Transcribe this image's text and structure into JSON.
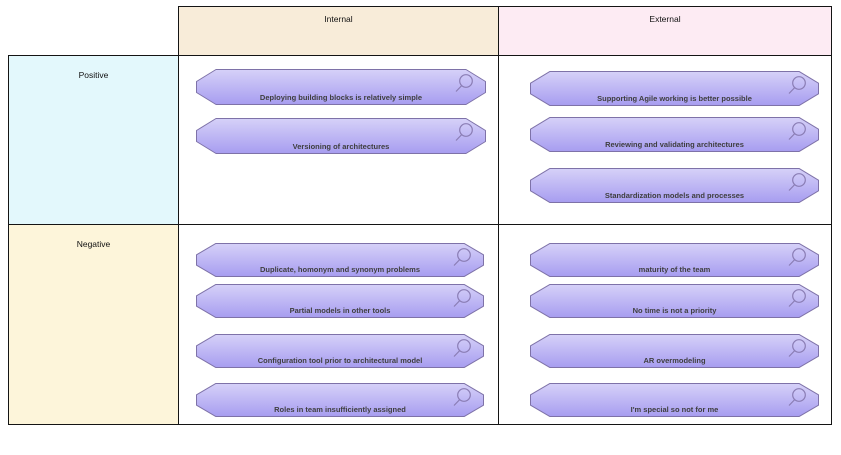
{
  "matrix": {
    "column_headers": [
      {
        "id": "internal",
        "label": "Internal"
      },
      {
        "id": "external",
        "label": "External"
      }
    ],
    "row_headers": [
      {
        "id": "positive",
        "label": "Positive"
      },
      {
        "id": "negative",
        "label": "Negative"
      }
    ],
    "cells": {
      "internal_positive": {
        "items": [
          {
            "label": "Deploying building blocks is relatively simple",
            "icon": "magnifier-icon"
          },
          {
            "label": "Versioning of architectures",
            "icon": "magnifier-icon"
          }
        ]
      },
      "external_positive": {
        "items": [
          {
            "label": "Supporting Agile working is better possible",
            "icon": "magnifier-icon"
          },
          {
            "label": "Reviewing and validating architectures",
            "icon": "magnifier-icon"
          },
          {
            "label": "Standardization models and processes",
            "icon": "magnifier-icon"
          }
        ]
      },
      "internal_negative": {
        "items": [
          {
            "label": "Duplicate, homonym and synonym problems",
            "icon": "magnifier-icon"
          },
          {
            "label": "Partial models in other tools",
            "icon": "magnifier-icon"
          },
          {
            "label": "Configuration tool prior to architectural model",
            "icon": "magnifier-icon"
          },
          {
            "label": "Roles in team insufficiently assigned",
            "icon": "magnifier-icon"
          }
        ]
      },
      "external_negative": {
        "items": [
          {
            "label": "maturity of the team",
            "icon": "magnifier-icon"
          },
          {
            "label": "No time is not a priority",
            "icon": "magnifier-icon"
          },
          {
            "label": "AR overmodeling",
            "icon": "magnifier-icon"
          },
          {
            "label": "I'm special so not for me",
            "icon": "magnifier-icon"
          }
        ]
      }
    },
    "colors": {
      "internal_header_bg": "#f8ecd9",
      "external_header_bg": "#fdebf3",
      "positive_row_bg": "#e3f8fc",
      "negative_row_bg": "#fdf5da",
      "assessment_fill_top": "#d6d1f8",
      "assessment_fill_bottom": "#a79df0",
      "assessment_border": "#7e72a8",
      "grid_border": "#141414"
    }
  }
}
